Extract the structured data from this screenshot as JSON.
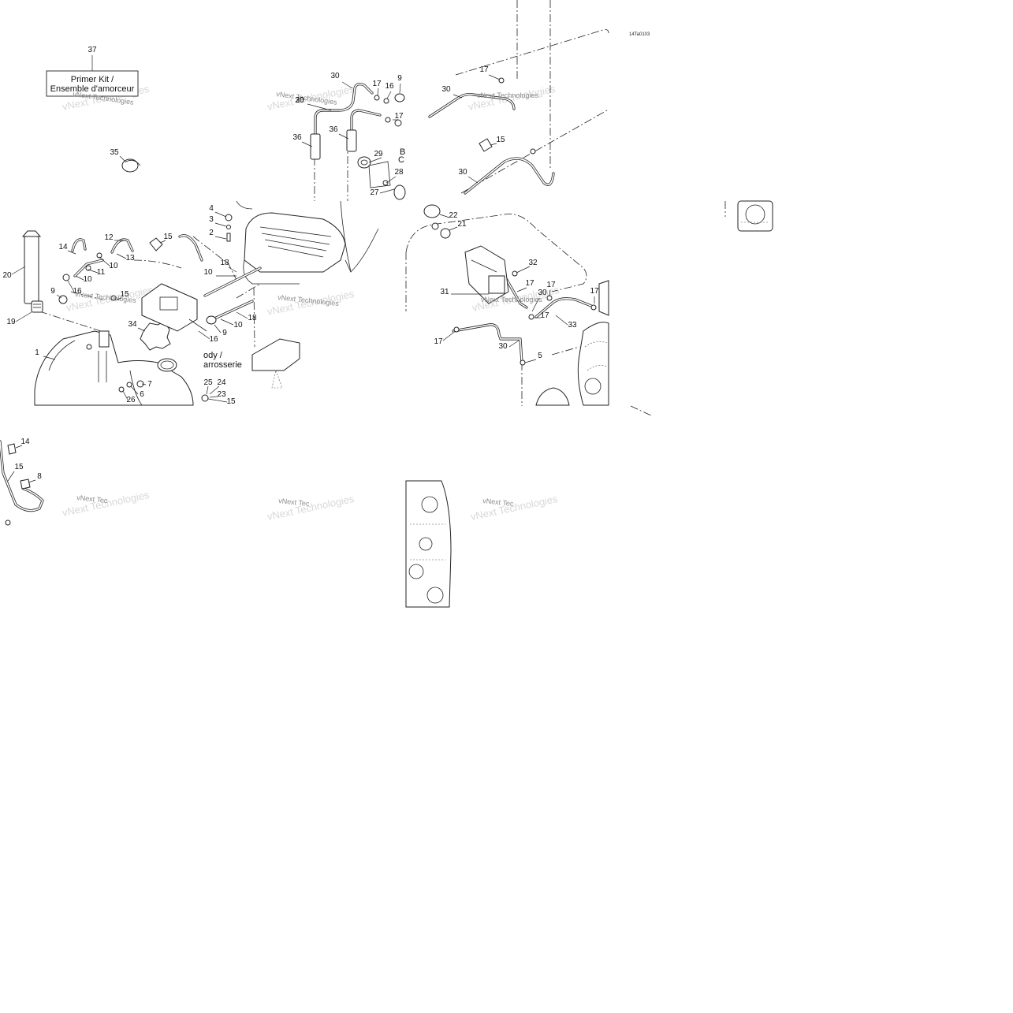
{
  "diagram": {
    "drawing_code": "14Ta0103",
    "kit_box": {
      "line1": "Primer Kit /",
      "line2": "Ensemble d'amorceur"
    },
    "body_label": {
      "line1": "ody /",
      "line2": "arrosserie"
    },
    "partial_label": {
      "line1": "B",
      "line2": "C"
    },
    "watermark": "vNext Technologies",
    "watermark_short": "vNext Tec",
    "callouts": [
      "37",
      "30",
      "17",
      "16",
      "9",
      "30",
      "17",
      "30",
      "20",
      "36",
      "36",
      "35",
      "17",
      "15",
      "29",
      "28",
      "27",
      "30",
      "4",
      "3",
      "2",
      "15",
      "12",
      "14",
      "13",
      "10",
      "11",
      "10",
      "18",
      "10",
      "22",
      "21",
      "32",
      "20",
      "16",
      "9",
      "15",
      "31",
      "17",
      "17",
      "30",
      "19",
      "18",
      "10",
      "9",
      "34",
      "33",
      "17",
      "17",
      "16",
      "30",
      "1",
      "17",
      "5",
      "7",
      "6",
      "26",
      "25",
      "24",
      "23",
      "15",
      "14",
      "15",
      "8"
    ]
  }
}
